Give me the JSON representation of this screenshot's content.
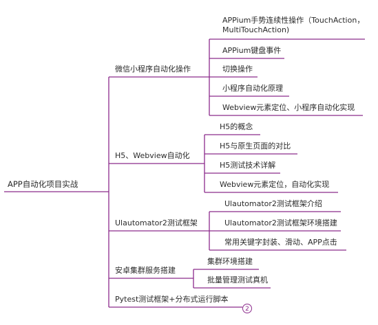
{
  "root": "APP自动化项目实战",
  "branches": [
    {
      "label": "微信小程序自动化操作",
      "children": [
        "APPium手势连续性操作（TouchAction，MultiTouchAction)",
        "APPium键盘事件",
        "切换操作",
        "小程序自动化原理",
        "Webview元素定位、小程序自动化实现"
      ]
    },
    {
      "label": "H5、Webview自动化",
      "children": [
        "H5的概念",
        "H5与原生页面的对比",
        "H5测试技术详解",
        "Webview元素定位，自动化实现"
      ]
    },
    {
      "label": "Ulautomator2测试框架",
      "children": [
        "Ulautomator2测试框架介绍",
        "Ulautomator2测试框架环境搭建",
        "常用关键字封装、滑动、APP点击"
      ]
    },
    {
      "label": "安卓集群服务搭建",
      "children": [
        "集群环境搭建",
        "批量管理测试真机"
      ]
    },
    {
      "label": "Pytest测试框架+分布式运行脚本",
      "children": []
    }
  ],
  "collapsed_count": "2",
  "colors": {
    "line": "#8b2a8b"
  }
}
